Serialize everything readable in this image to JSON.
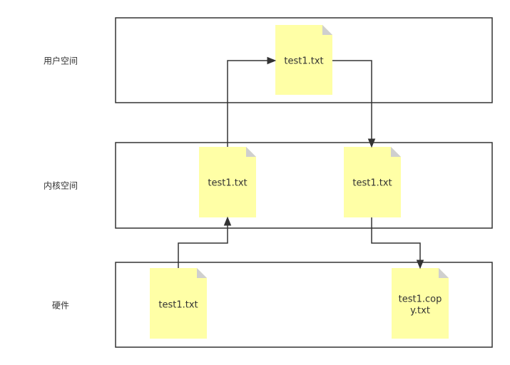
{
  "layers": [
    {
      "label": "用户空间"
    },
    {
      "label": "内核空间"
    },
    {
      "label": "硬件"
    }
  ],
  "notes": {
    "user_file": {
      "lines": [
        "test1.txt"
      ]
    },
    "kernel_file_in": {
      "lines": [
        "test1.txt"
      ]
    },
    "kernel_file_out": {
      "lines": [
        "test1.txt"
      ]
    },
    "hardware_source": {
      "lines": [
        "test1.txt"
      ]
    },
    "hardware_copy": {
      "lines": [
        "test1.cop",
        "y.txt"
      ]
    }
  },
  "colors": {
    "note_fill": "#ffffa6",
    "note_fold": "#cfcfcf",
    "stroke": "#333333",
    "text": "#333333"
  }
}
